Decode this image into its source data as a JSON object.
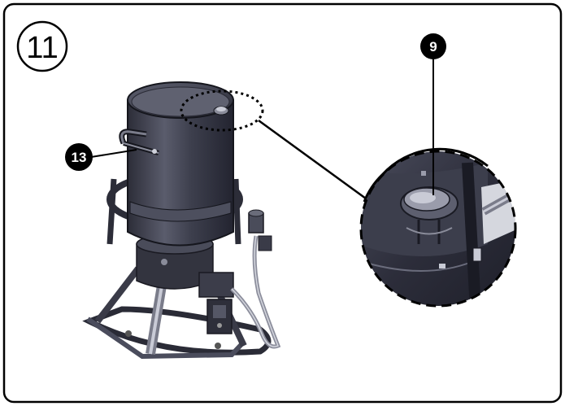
{
  "step": {
    "number": "11"
  },
  "callouts": [
    {
      "id": "13",
      "label": "13"
    },
    {
      "id": "9",
      "label": "9"
    }
  ],
  "colors": {
    "frame": "#000000",
    "metal_dark": "#3b3c4a",
    "metal_mid": "#5e6070",
    "metal_light": "#9a9cab",
    "accent_highlight": "#c9cbd6",
    "callout_fill": "#000000"
  }
}
